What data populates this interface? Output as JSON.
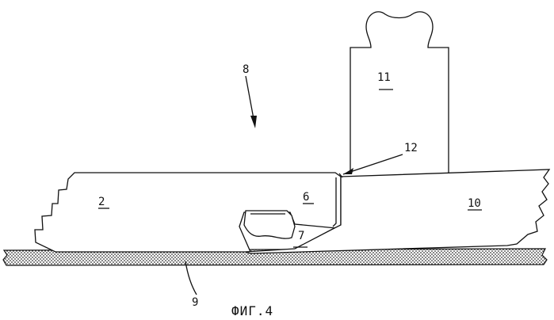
{
  "figure": {
    "caption": "ФИГ.4",
    "labels": {
      "label_2": "2",
      "label_6": "6",
      "label_7": "7",
      "label_8": "8",
      "label_9": "9",
      "label_10": "10",
      "label_11": "11",
      "label_12": "12"
    }
  }
}
